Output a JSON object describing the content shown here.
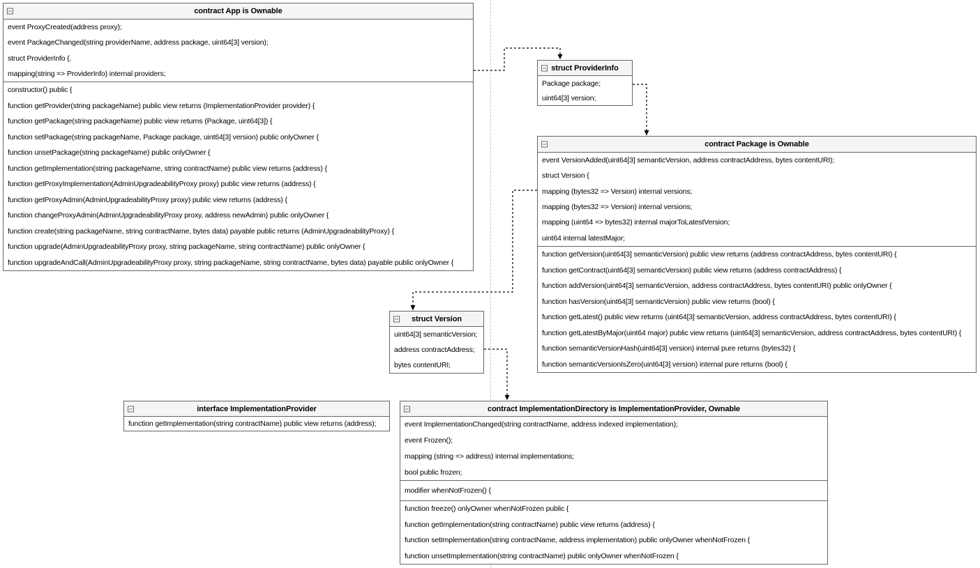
{
  "colors": {
    "box_fill": "#ffffff",
    "title_fill": "#f5f5f5",
    "border": "#666666",
    "connector": "#000000",
    "page_line": "#c9c9c9"
  },
  "boxes": {
    "app": {
      "title": "contract App is Ownable",
      "sections": [
        [
          "event ProxyCreated(address proxy);",
          "event PackageChanged(string providerName, address package, uint64[3] version);",
          "struct ProviderInfo {.",
          "mapping(string => ProviderInfo) internal providers;"
        ],
        [
          "constructor() public {",
          "function getProvider(string packageName) public view returns (ImplementationProvider provider) {",
          "function getPackage(string packageName) public view returns (Package, uint64[3]) {",
          "function setPackage(string packageName, Package package, uint64[3] version) public onlyOwner {",
          "function unsetPackage(string packageName) public onlyOwner {",
          "function getImplementation(string packageName, string contractName) public view returns (address) {",
          "function getProxyImplementation(AdminUpgradeabilityProxy proxy) public view returns (address) {",
          "function getProxyAdmin(AdminUpgradeabilityProxy proxy) public view returns (address) {",
          "function changeProxyAdmin(AdminUpgradeabilityProxy proxy, address newAdmin) public onlyOwner {",
          "function create(string packageName, string contractName, bytes data) payable public returns (AdminUpgradeabilityProxy) {",
          "function upgrade(AdminUpgradeabilityProxy proxy, string packageName, string contractName) public onlyOwner {",
          "function upgradeAndCall(AdminUpgradeabilityProxy proxy, string packageName, string contractName, bytes data) payable public onlyOwner {"
        ]
      ]
    },
    "provider_info": {
      "title": "struct ProviderInfo",
      "sections": [
        [
          "Package package;",
          "uint64[3] version;"
        ]
      ]
    },
    "package": {
      "title": "contract Package is Ownable",
      "sections": [
        [
          "event VersionAdded(uint64[3] semanticVersion, address contractAddress, bytes contentURI);",
          "struct Version {",
          "mapping (bytes32 => Version) internal versions;",
          "mapping (bytes32 => Version) internal versions;",
          "mapping (uint64 => bytes32) internal majorToLatestVersion;",
          "uint64 internal latestMajor;"
        ],
        [
          "function getVersion(uint64[3] semanticVersion) public view returns (address contractAddress, bytes contentURI) {",
          "function getContract(uint64[3] semanticVersion) public view returns (address contractAddress) {",
          "function addVersion(uint64[3] semanticVersion, address contractAddress, bytes contentURI) public onlyOwner {",
          "function hasVersion(uint64[3] semanticVersion) public view returns (bool) {",
          "function getLatest() public view returns (uint64[3] semanticVersion, address contractAddress, bytes contentURI) {",
          "function getLatestByMajor(uint64 major) public view returns (uint64[3] semanticVersion, address contractAddress, bytes contentURI) {",
          "function semanticVersionHash(uint64[3] version) internal pure returns (bytes32) {",
          "function semanticVersionIsZero(uint64[3] version) internal pure returns (bool) {"
        ]
      ]
    },
    "version": {
      "title": "struct Version",
      "sections": [
        [
          "uint64[3] semanticVersion;",
          "address contractAddress;",
          "bytes contentURI;"
        ]
      ]
    },
    "implementation_provider": {
      "title": "interface ImplementationProvider",
      "sections": [
        [
          "function getImplementation(string contractName) public view returns (address);"
        ]
      ]
    },
    "implementation_directory": {
      "title": "contract ImplementationDirectory is ImplementationProvider, Ownable",
      "sections": [
        [
          "event ImplementationChanged(string contractName, address indexed implementation);",
          "event Frozen();",
          "mapping (string => address) internal implementations;",
          "bool public frozen;"
        ],
        [
          "modifier whenNotFrozen() {"
        ],
        [
          "function freeze() onlyOwner whenNotFrozen public {",
          "function getImplementation(string contractName) public view returns (address) {",
          "function setImplementation(string contractName, address implementation) public onlyOwner whenNotFrozen {",
          "function unsetImplementation(string contractName) public onlyOwner whenNotFrozen {"
        ]
      ]
    }
  }
}
